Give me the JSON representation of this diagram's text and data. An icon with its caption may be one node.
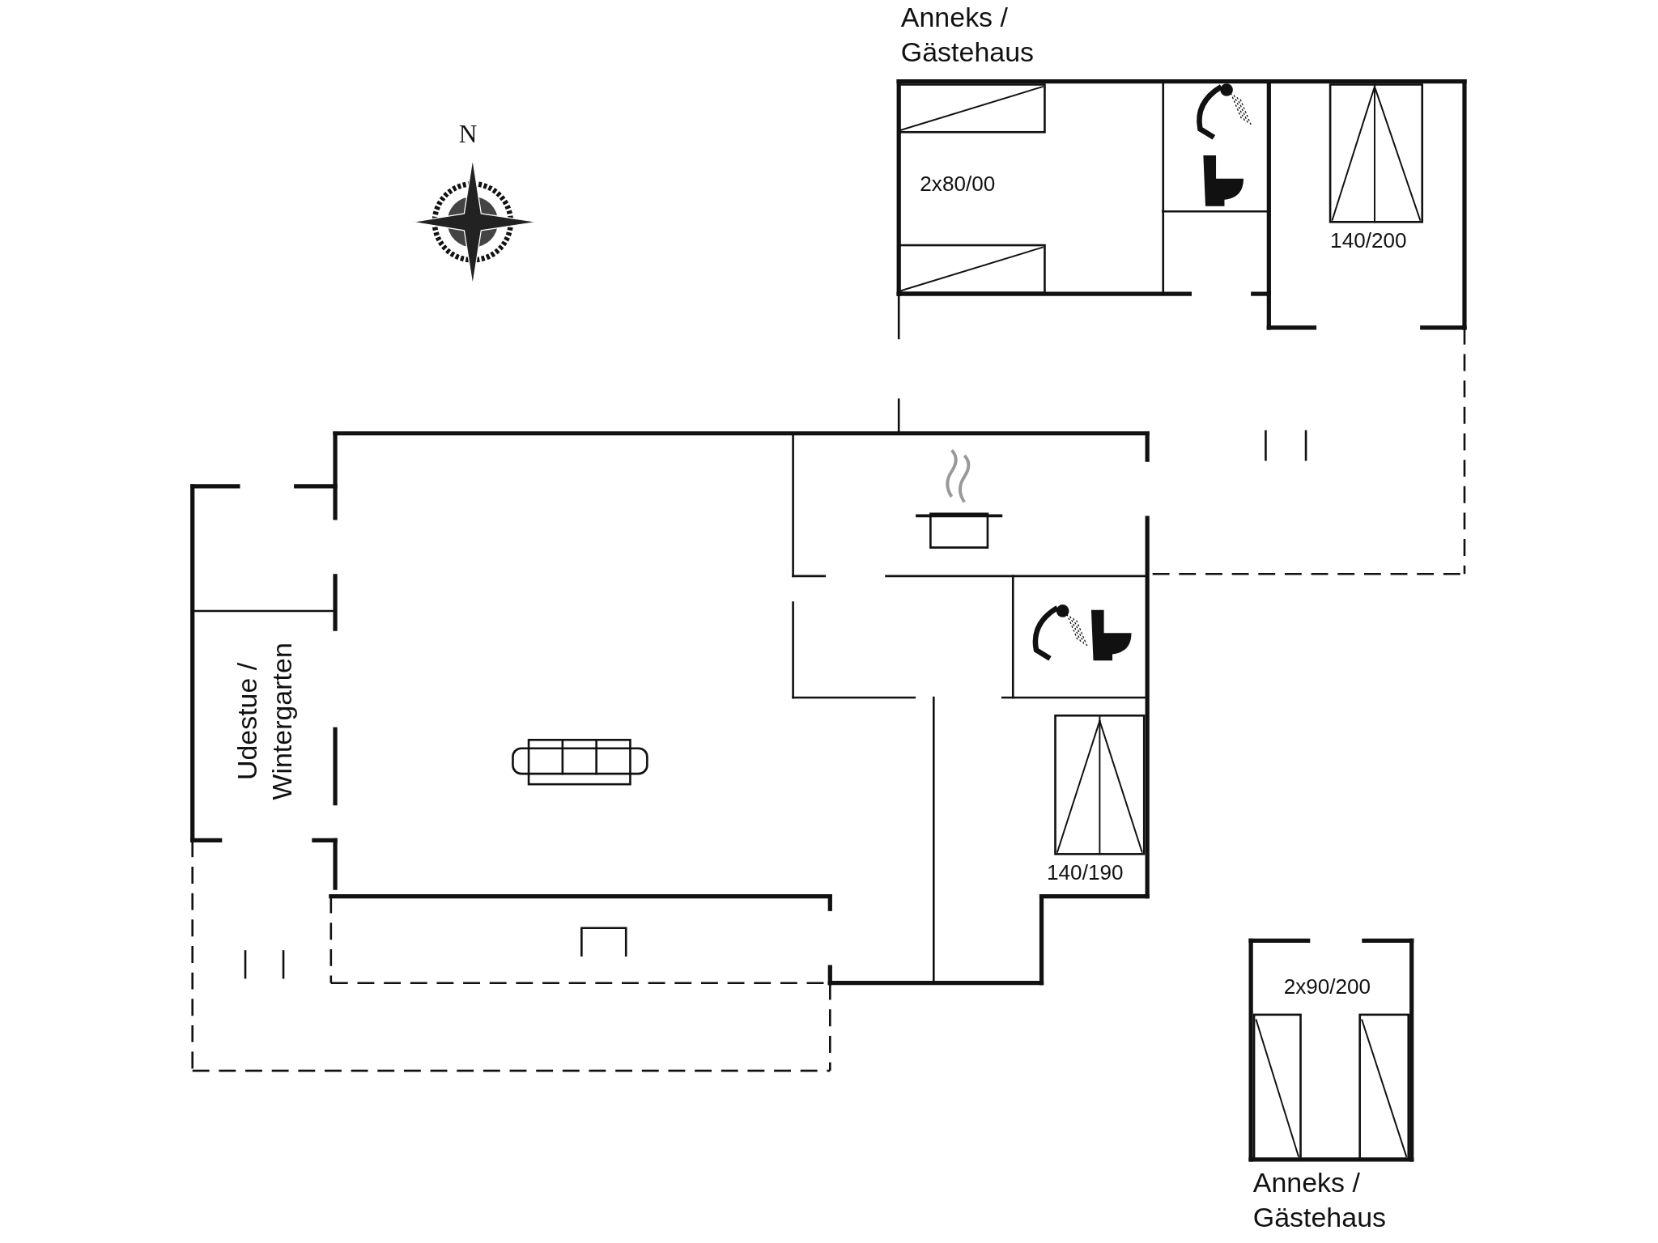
{
  "diagram": {
    "labels": [
      "Anneks / Gästehaus",
      "2x80/00",
      "140/200",
      "N",
      "Udestue / Wintergarten",
      "140/190",
      "2x90/200",
      "Anneks / Gästehaus"
    ]
  }
}
